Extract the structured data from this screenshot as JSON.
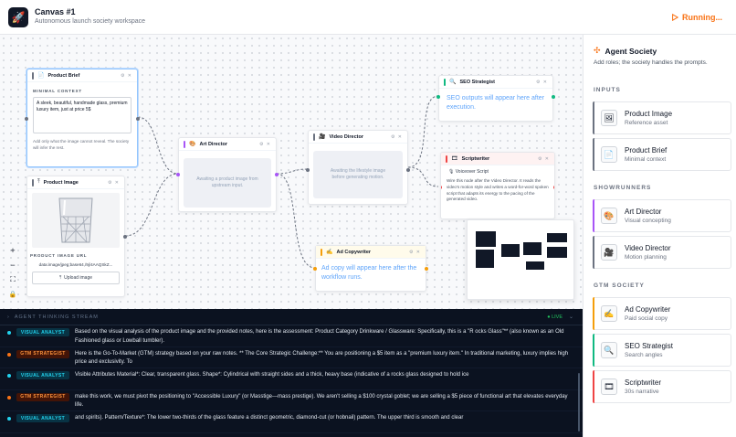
{
  "header": {
    "title": "Canvas #1",
    "subtitle": "Autonomous launch society workspace",
    "status": "Running...",
    "logo_icon": "rocket-icon"
  },
  "canvas": {
    "product_brief": {
      "title": "Product Brief",
      "label": "MINIMAL CONTEXT",
      "value": "A sleek, beautiful, handmade glass, premium luxury item, just at price 5$",
      "hint": "Add only what the image cannot reveal. The society will infer the rest."
    },
    "product_image": {
      "title": "Product Image",
      "url_label": "PRODUCT IMAGE URL",
      "url_value": "data:image/jpeg;base64,/9j/4AAQSkZ...",
      "upload_label": "Upload image"
    },
    "art_director": {
      "title": "Art Director",
      "placeholder": "Awaiting a product image from upstream input."
    },
    "video_director": {
      "title": "Video Director",
      "placeholder": "Awaiting the lifestyle image before generating motion."
    },
    "seo_strategist": {
      "title": "SEO Strategist",
      "placeholder": "SEO outputs will appear here after execution."
    },
    "scriptwriter": {
      "title": "Scriptwriter",
      "subtitle": "Voiceover Script",
      "body": "Wire this node after the Video Director. It reads the video's motion style and writes a word-for-word spoken script that adapts its energy to the pacing of the generated video."
    },
    "ad_copywriter": {
      "title": "Ad Copywriter",
      "placeholder": "Ad copy will appear here after the workflow runs."
    },
    "zoom": {
      "in": "+",
      "out": "−",
      "fit": "⛶",
      "lock": "🔒"
    }
  },
  "stream": {
    "title": "AGENT THINKING STREAM",
    "live": "● LIVE",
    "rows": [
      {
        "agent": "VISUAL ANALYST",
        "kind": "va",
        "text": "Based on the visual analysis of the product image and the provided notes, here is the assessment: Product Category Drinkware / Glassware: Specifically, this is a \"R ocks Glass\"** (also known as an Old Fashioned glass or Lowball tumbler)."
      },
      {
        "agent": "GTM STRATEGIST",
        "kind": "gs",
        "text": "Here is the Go-To-Market (GTM) strategy based on your raw notes. ** The Core Strategic Challenge:** You are positioning a $5 item as a \"premium luxury item.\" In traditional marketing, luxury implies high price and exclusivity. To"
      },
      {
        "agent": "VISUAL ANALYST",
        "kind": "va",
        "text": "Visible Attributes Material*: Clear, transparent glass. Shape*: Cylindrical with straight sides and a thick, heavy base (indicative of a rocks glass designed to hold ice"
      },
      {
        "agent": "GTM STRATEGIST",
        "kind": "gs",
        "text": "make this work, we must pivot the positioning to \"Accessible Luxury\" (or Masstige---mass prestige). We aren't selling a $100 crystal goblet; we are selling a $5 piece of functional art that elevates everyday life."
      },
      {
        "agent": "VISUAL ANALYST",
        "kind": "va",
        "text": "and spirits). Pattern/Texture*: The lower two-thirds of the glass feature a distinct geometric, diamond-cut (or hobnail) pattern. The upper third is smooth and clear"
      }
    ],
    "colors": {
      "va": "#22d3ee",
      "gs": "#f97316"
    }
  },
  "sidebar": {
    "title": "Agent Society",
    "subtitle": "Add roles; the society handles the prompts.",
    "sections": [
      {
        "label": "INPUTS",
        "items": [
          {
            "label": "Product Image",
            "sub": "Reference asset",
            "icon": "image-icon",
            "color": "#6b7280"
          },
          {
            "label": "Product Brief",
            "sub": "Minimal context",
            "icon": "document-icon",
            "color": "#6b7280"
          }
        ]
      },
      {
        "label": "SHOWRUNNERS",
        "items": [
          {
            "label": "Art Director",
            "sub": "Visual concepting",
            "icon": "palette-icon",
            "color": "#a855f7"
          },
          {
            "label": "Video Director",
            "sub": "Motion planning",
            "icon": "video-icon",
            "color": "#6b7280"
          }
        ]
      },
      {
        "label": "GTM SOCIETY",
        "items": [
          {
            "label": "Ad Copywriter",
            "sub": "Paid social copy",
            "icon": "pen-icon",
            "color": "#f59e0b"
          },
          {
            "label": "SEO Strategist",
            "sub": "Search angles",
            "icon": "search-icon",
            "color": "#10b981"
          },
          {
            "label": "Scriptwriter",
            "sub": "30s narrative",
            "icon": "film-icon",
            "color": "#ef4444"
          }
        ]
      }
    ]
  }
}
